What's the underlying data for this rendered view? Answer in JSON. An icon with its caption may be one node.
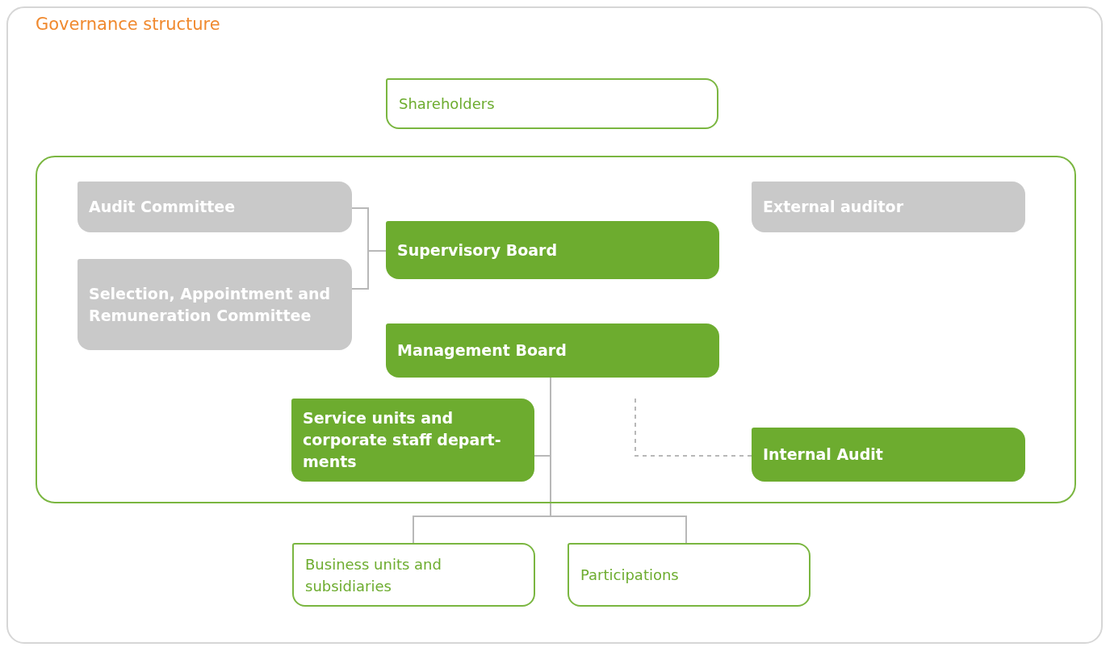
{
  "diagram": {
    "title": "Governance structure",
    "nodes": [
      {
        "text": [
          "Shareholders"
        ]
      },
      {
        "text": [],
        "shape": "box"
      },
      {
        "text": [
          "Audit Committee"
        ],
        "in": 1
      },
      {
        "text": [
          "Supervisory Board"
        ],
        "in": 1
      },
      {
        "text": [
          "External auditor"
        ],
        "in": 1
      },
      {
        "text": [
          "Selection, Appointment and Remuneration Committee"
        ],
        "in": 1
      },
      {
        "text": [
          "Management Board"
        ],
        "in": 1
      },
      {
        "text": [
          "Service units and corporate staff depart- ments"
        ],
        "in": 1
      },
      {
        "text": [
          "Internal Audit"
        ],
        "in": 1
      },
      {
        "text": [
          "Business units and subsidiaries"
        ]
      },
      {
        "text": [
          "Participations"
        ]
      }
    ],
    "edges": [
      {
        "from": 2,
        "to": 3,
        "arrow": "none"
      },
      {
        "from": 5,
        "to": 3,
        "arrow": "none"
      },
      {
        "from": 6,
        "to": 7,
        "arrow": "none"
      },
      {
        "from": 6,
        "to": 9,
        "arrow": "none"
      },
      {
        "from": 6,
        "to": 10,
        "arrow": "none"
      },
      {
        "from": 8,
        "to": null,
        "arrow": "none",
        "style": "dashed"
      }
    ]
  }
}
